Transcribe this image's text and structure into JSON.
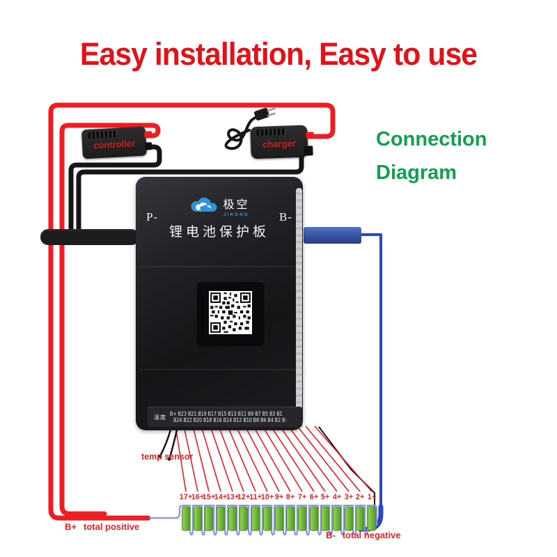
{
  "title": {
    "text": "Easy installation, Easy to use"
  },
  "subtitle": {
    "line1": "Connection",
    "line2": "Diagram"
  },
  "devices": {
    "controller": {
      "label": "controller"
    },
    "charger": {
      "label": "charger"
    }
  },
  "bms": {
    "brand_cn": "极空",
    "brand_en": "JIKONG",
    "product_name": "锂电池保护板",
    "port_left": "P-",
    "port_right": "B-",
    "terminal_strip": {
      "temp_label": "温度",
      "row1": "B+ B23 B21 B19 B17 B15 B13 B11 B9 B7 B5 B3 B1",
      "row2": "B24 B22 B20 B18 B16 B14 B12 B10 B8 B6 B4 B2 B-"
    }
  },
  "labels": {
    "temp_sensor": "temp sensor",
    "total_positive_terminal": "B+",
    "total_positive_text": "total positive",
    "total_negative_terminal": "B-",
    "total_negative_text": "total negative"
  },
  "battery": {
    "cell_count": 17,
    "cell_labels": [
      "17+",
      "16+",
      "15+",
      "14+",
      "13+",
      "12+",
      "11+",
      "10+",
      "9+",
      "8+",
      "7+",
      "6+",
      "5+",
      "4+",
      "3+",
      "2+",
      "1+"
    ]
  },
  "colors": {
    "title_red": "#e31219",
    "diagram_green": "#12a04f",
    "device_label_red": "#cf1d1d",
    "wire_red": "#ee1c23",
    "wire_black": "#161616",
    "wire_blue_thick": "#3b57a8",
    "wire_blue_thin": "#2b49bb",
    "cell_wire_blue": "#8a94dd",
    "battery_green": "#76bd3f",
    "label_red": "#e02525",
    "logo_blue": "#2f93dc"
  }
}
